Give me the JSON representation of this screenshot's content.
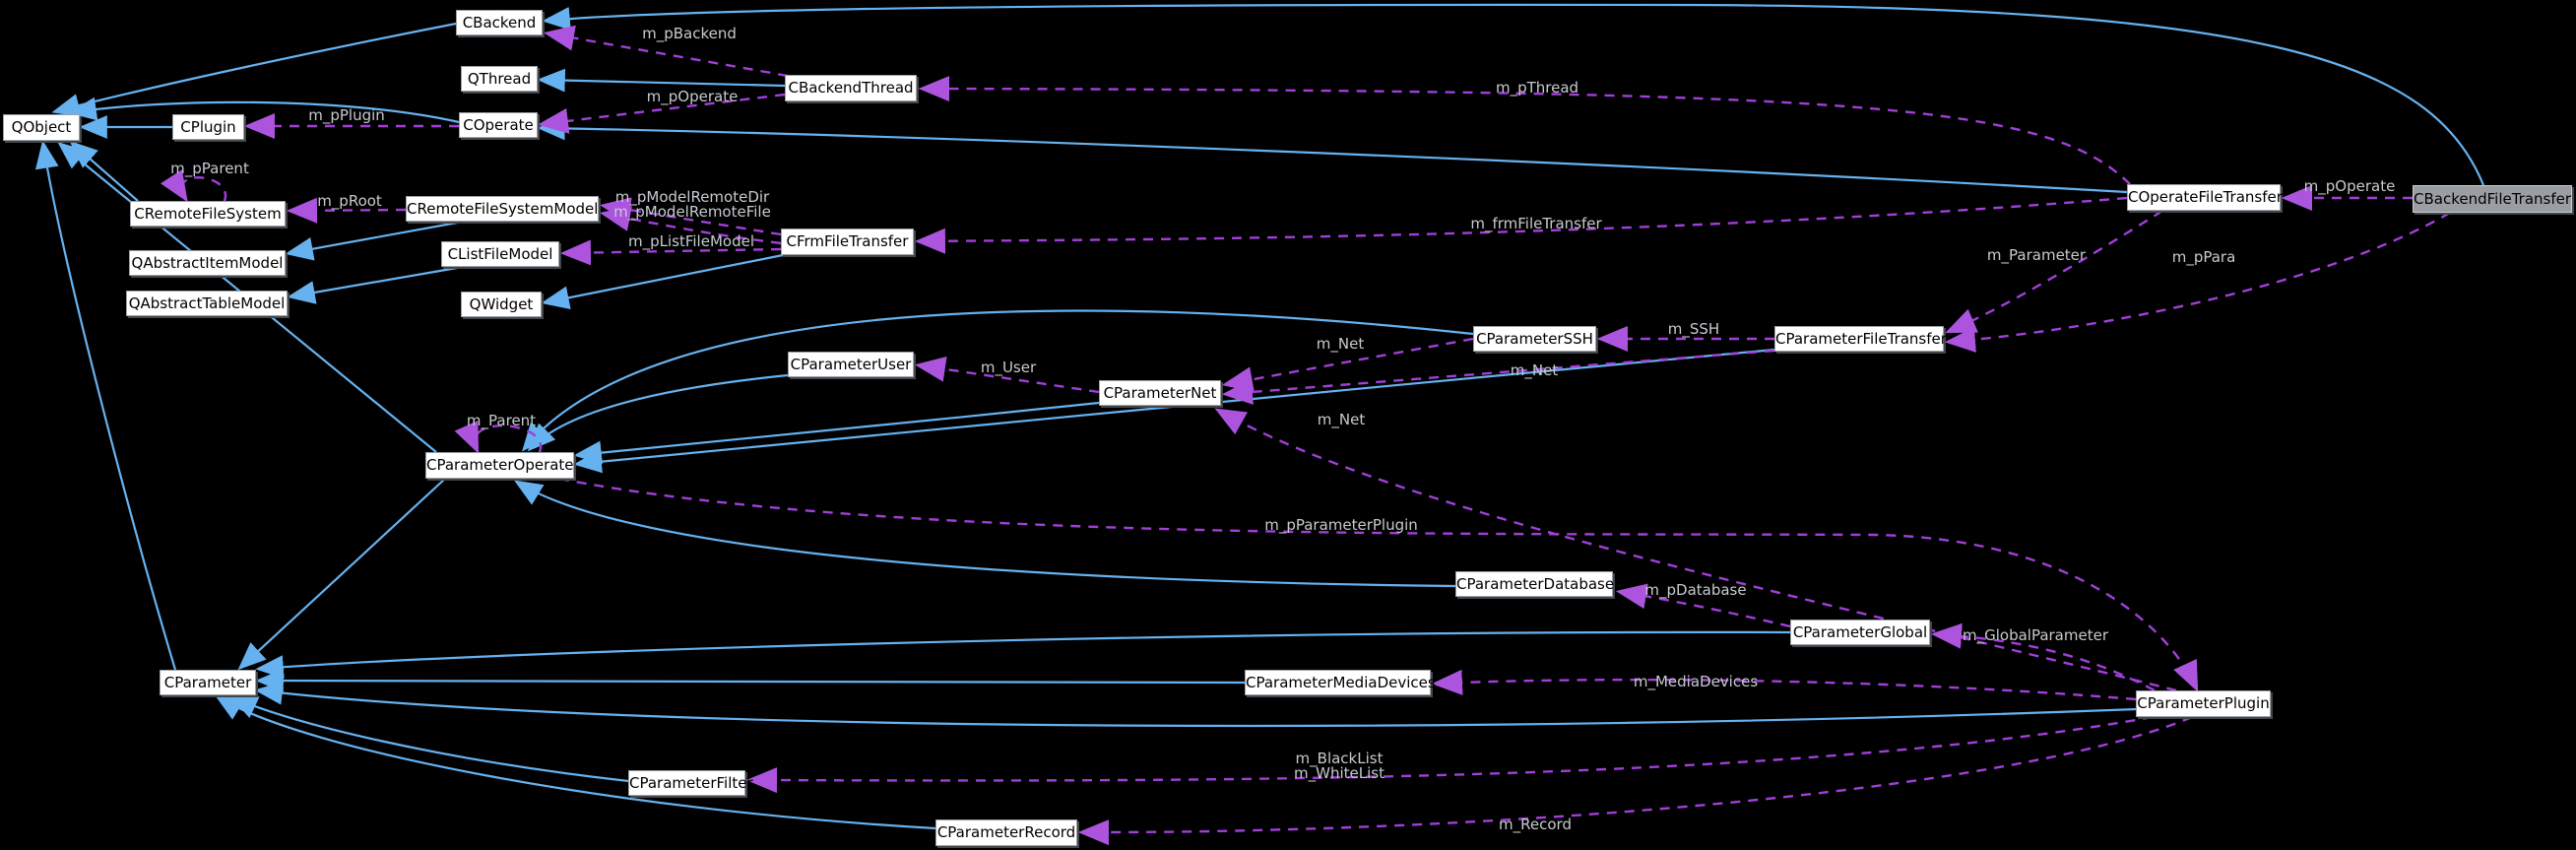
{
  "diagram": {
    "type": "class-collaboration-graph",
    "style": "doxygen",
    "highlighted_node": "CBackendFileTransfer",
    "colors": {
      "background": "#000000",
      "inheritance_edge": "#66b2f0",
      "member_edge": "#a13fd8",
      "node_fill": "#ffffff",
      "node_text": "#000000",
      "highlight_fill": "#9a9ea3",
      "edge_label_text": "#c6cacf"
    }
  },
  "nodes": [
    {
      "id": "qobject",
      "label": "QObject"
    },
    {
      "id": "cbackend",
      "label": "CBackend"
    },
    {
      "id": "qthread",
      "label": "QThread"
    },
    {
      "id": "cplugin",
      "label": "CPlugin"
    },
    {
      "id": "coperate",
      "label": "COperate"
    },
    {
      "id": "cbackendthread",
      "label": "CBackendThread"
    },
    {
      "id": "cremotefilesystem",
      "label": "CRemoteFileSystem"
    },
    {
      "id": "cremotefilesystemmodel",
      "label": "CRemoteFileSystemModel"
    },
    {
      "id": "qabstractitemmodel",
      "label": "QAbstractItemModel"
    },
    {
      "id": "clistfilemodel",
      "label": "CListFileModel"
    },
    {
      "id": "qabstracttablemodel",
      "label": "QAbstractTableModel"
    },
    {
      "id": "qwidget",
      "label": "QWidget"
    },
    {
      "id": "cfrmfiletransfer",
      "label": "CFrmFileTransfer"
    },
    {
      "id": "coperatefiletransfer",
      "label": "COperateFileTransfer"
    },
    {
      "id": "cbackendfiletransfer",
      "label": "CBackendFileTransfer"
    },
    {
      "id": "cparameterssh",
      "label": "CParameterSSH"
    },
    {
      "id": "cparameterfiletransfer",
      "label": "CParameterFileTransfer"
    },
    {
      "id": "cparameteruser",
      "label": "CParameterUser"
    },
    {
      "id": "cparameternet",
      "label": "CParameterNet"
    },
    {
      "id": "cparameteroperate",
      "label": "CParameterOperate"
    },
    {
      "id": "cparameterdatabase",
      "label": "CParameterDatabase"
    },
    {
      "id": "cparameterglobal",
      "label": "CParameterGlobal"
    },
    {
      "id": "cparameter",
      "label": "CParameter"
    },
    {
      "id": "cparametermediadevices",
      "label": "CParameterMediaDevices"
    },
    {
      "id": "cparameterplugin",
      "label": "CParameterPlugin"
    },
    {
      "id": "cparameterfilter",
      "label": "CParameterFilter"
    },
    {
      "id": "cparameterrecord",
      "label": "CParameterRecord"
    }
  ],
  "edges": [
    {
      "from": "CBackend",
      "to": "QObject",
      "type": "inheritance",
      "label": ""
    },
    {
      "from": "COperate",
      "to": "QObject",
      "type": "inheritance",
      "label": ""
    },
    {
      "from": "CPlugin",
      "to": "QObject",
      "type": "inheritance",
      "label": ""
    },
    {
      "from": "CRemoteFileSystem",
      "to": "QObject",
      "type": "inheritance",
      "label": ""
    },
    {
      "from": "CParameterOperate",
      "to": "QObject",
      "type": "inheritance",
      "label": ""
    },
    {
      "from": "CParameter",
      "to": "QObject",
      "type": "inheritance",
      "label": ""
    },
    {
      "from": "CBackendThread",
      "to": "QThread",
      "type": "inheritance",
      "label": ""
    },
    {
      "from": "CBackendFileTransfer",
      "to": "CBackend",
      "type": "inheritance",
      "label": ""
    },
    {
      "from": "COperateFileTransfer",
      "to": "COperate",
      "type": "inheritance",
      "label": ""
    },
    {
      "from": "CRemoteFileSystemModel",
      "to": "QAbstractItemModel",
      "type": "inheritance",
      "label": ""
    },
    {
      "from": "CListFileModel",
      "to": "QAbstractTableModel",
      "type": "inheritance",
      "label": ""
    },
    {
      "from": "CFrmFileTransfer",
      "to": "QWidget",
      "type": "inheritance",
      "label": ""
    },
    {
      "from": "CParameterSSH",
      "to": "CParameterOperate",
      "type": "inheritance",
      "label": ""
    },
    {
      "from": "CParameterUser",
      "to": "CParameterOperate",
      "type": "inheritance",
      "label": ""
    },
    {
      "from": "CParameterNet",
      "to": "CParameterOperate",
      "type": "inheritance",
      "label": ""
    },
    {
      "from": "CParameterFileTransfer",
      "to": "CParameterOperate",
      "type": "inheritance",
      "label": ""
    },
    {
      "from": "CParameterDatabase",
      "to": "CParameterOperate",
      "type": "inheritance",
      "label": ""
    },
    {
      "from": "CParameterOperate",
      "to": "CParameter",
      "type": "inheritance",
      "label": ""
    },
    {
      "from": "CParameterGlobal",
      "to": "CParameter",
      "type": "inheritance",
      "label": ""
    },
    {
      "from": "CParameterMediaDevices",
      "to": "CParameter",
      "type": "inheritance",
      "label": ""
    },
    {
      "from": "CParameterPlugin",
      "to": "CParameter",
      "type": "inheritance",
      "label": ""
    },
    {
      "from": "CParameterFilter",
      "to": "CParameter",
      "type": "inheritance",
      "label": ""
    },
    {
      "from": "CParameterRecord",
      "to": "CParameter",
      "type": "inheritance",
      "label": ""
    },
    {
      "from": "CBackendThread",
      "to": "CBackend",
      "type": "member",
      "label": "m_pBackend"
    },
    {
      "from": "CBackendThread",
      "to": "COperate",
      "type": "member",
      "label": "m_pOperate"
    },
    {
      "from": "COperate",
      "to": "CPlugin",
      "type": "member",
      "label": "m_pPlugin"
    },
    {
      "from": "COperateFileTransfer",
      "to": "CBackendThread",
      "type": "member",
      "label": "m_pThread"
    },
    {
      "from": "CRemoteFileSystem",
      "to": "CRemoteFileSystem",
      "type": "member",
      "label": "m_pParent"
    },
    {
      "from": "CRemoteFileSystemModel",
      "to": "CRemoteFileSystem",
      "type": "member",
      "label": "m_pRoot"
    },
    {
      "from": "CFrmFileTransfer",
      "to": "CRemoteFileSystemModel",
      "type": "member",
      "label": "m_pModelRemoteDir"
    },
    {
      "from": "CFrmFileTransfer",
      "to": "CRemoteFileSystemModel",
      "type": "member",
      "label": "m_pModelRemoteFile"
    },
    {
      "from": "CFrmFileTransfer",
      "to": "CListFileModel",
      "type": "member",
      "label": "m_pListFileModel"
    },
    {
      "from": "COperateFileTransfer",
      "to": "CFrmFileTransfer",
      "type": "member",
      "label": "m_frmFileTransfer"
    },
    {
      "from": "CBackendFileTransfer",
      "to": "COperateFileTransfer",
      "type": "member",
      "label": "m_pOperate"
    },
    {
      "from": "COperateFileTransfer",
      "to": "CParameterFileTransfer",
      "type": "member",
      "label": "m_Parameter"
    },
    {
      "from": "CBackendFileTransfer",
      "to": "CParameterFileTransfer",
      "type": "member",
      "label": "m_pPara"
    },
    {
      "from": "CParameterFileTransfer",
      "to": "CParameterSSH",
      "type": "member",
      "label": "m_SSH"
    },
    {
      "from": "CParameterSSH",
      "to": "CParameterNet",
      "type": "member",
      "label": "m_Net"
    },
    {
      "from": "CParameterFileTransfer",
      "to": "CParameterNet",
      "type": "member",
      "label": "m_Net"
    },
    {
      "from": "CParameterNet",
      "to": "CParameterUser",
      "type": "member",
      "label": "m_User"
    },
    {
      "from": "CParameterPlugin",
      "to": "CParameterNet",
      "type": "member",
      "label": "m_Net"
    },
    {
      "from": "CParameterOperate",
      "to": "CParameterOperate",
      "type": "member",
      "label": "m_Parent"
    },
    {
      "from": "CParameterOperate",
      "to": "CParameterPlugin",
      "type": "member",
      "label": "m_pParameterPlugin"
    },
    {
      "from": "CParameterGlobal",
      "to": "CParameterDatabase",
      "type": "member",
      "label": "m_pDatabase"
    },
    {
      "from": "CParameterPlugin",
      "to": "CParameterGlobal",
      "type": "member",
      "label": "m_GlobalParameter"
    },
    {
      "from": "CParameterPlugin",
      "to": "CParameterMediaDevices",
      "type": "member",
      "label": "m_MediaDevices"
    },
    {
      "from": "CParameterPlugin",
      "to": "CParameterFilter",
      "type": "member",
      "label": "m_BlackList"
    },
    {
      "from": "CParameterPlugin",
      "to": "CParameterFilter",
      "type": "member",
      "label": "m_WhiteList"
    },
    {
      "from": "CParameterPlugin",
      "to": "CParameterRecord",
      "type": "member",
      "label": "m_Record"
    }
  ]
}
